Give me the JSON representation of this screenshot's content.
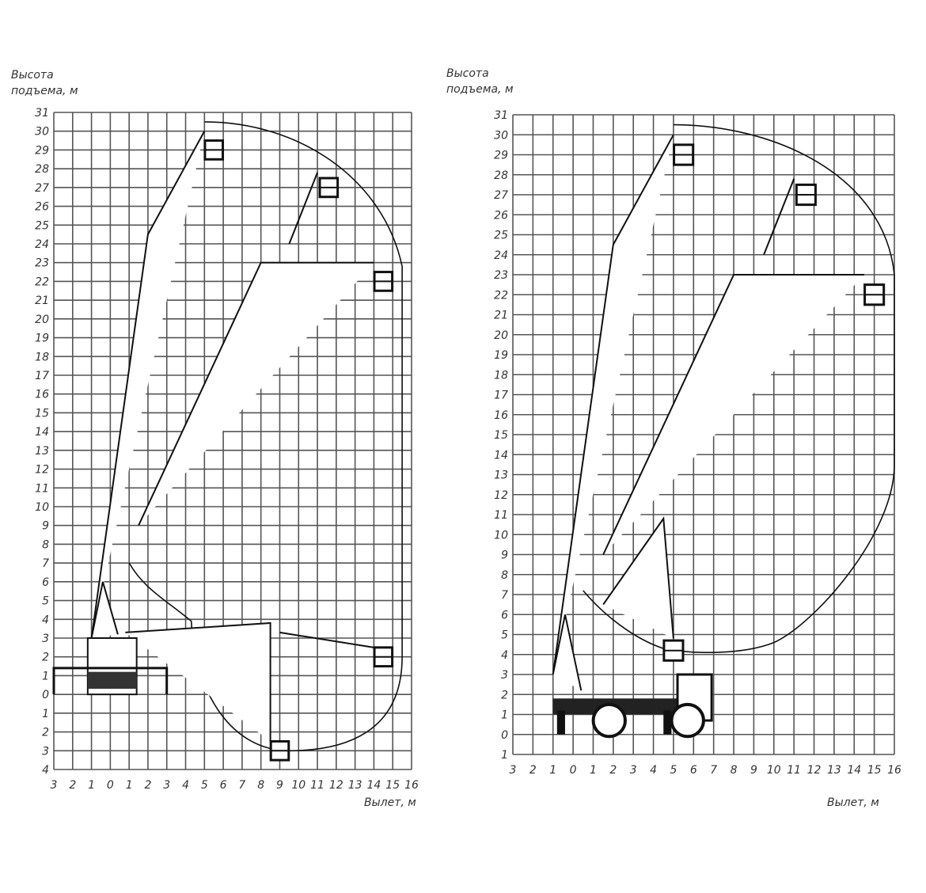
{
  "charts": [
    {
      "id": "left",
      "y_title": [
        "Высота",
        "подъема, м"
      ],
      "x_title": "Вылет, м",
      "y_ticks": [
        "31",
        "30",
        "29",
        "28",
        "27",
        "26",
        "25",
        "24",
        "23",
        "22",
        "21",
        "20",
        "19",
        "18",
        "17",
        "16",
        "15",
        "14",
        "13",
        "12",
        "11",
        "10",
        "9",
        "8",
        "7",
        "6",
        "5",
        "4",
        "3",
        "2",
        "1",
        "0",
        "1",
        "2",
        "3",
        "4"
      ],
      "x_ticks": [
        "3",
        "2",
        "1",
        "0",
        "1",
        "2",
        "3",
        "4",
        "5",
        "6",
        "7",
        "8",
        "9",
        "10",
        "11",
        "12",
        "13",
        "14",
        "15",
        "16"
      ],
      "view": "rear"
    },
    {
      "id": "right",
      "y_title": [
        "Высота",
        "подъема, м"
      ],
      "x_title": "Вылет, м",
      "y_ticks": [
        "31",
        "30",
        "29",
        "28",
        "27",
        "26",
        "25",
        "24",
        "23",
        "22",
        "21",
        "20",
        "19",
        "18",
        "17",
        "16",
        "15",
        "14",
        "13",
        "12",
        "11",
        "10",
        "9",
        "8",
        "7",
        "6",
        "5",
        "4",
        "3",
        "2",
        "1",
        "0",
        "1"
      ],
      "x_ticks": [
        "3",
        "2",
        "1",
        "0",
        "1",
        "2",
        "3",
        "4",
        "5",
        "6",
        "7",
        "8",
        "9",
        "10",
        "11",
        "12",
        "13",
        "14",
        "15",
        "16"
      ],
      "view": "side"
    }
  ]
}
